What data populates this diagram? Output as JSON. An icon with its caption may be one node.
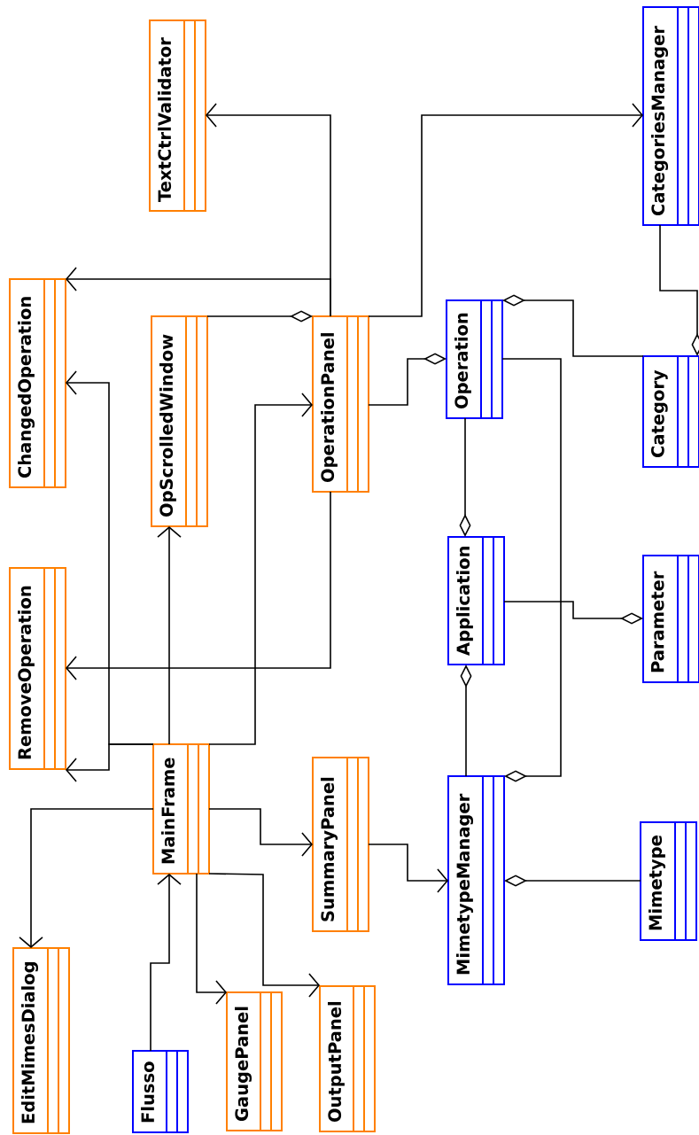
{
  "diagram": {
    "nodes": [
      {
        "text": [
          "TextCtrlValidator"
        ]
      },
      {
        "text": [
          "CategoriesManager"
        ]
      },
      {
        "text": [
          "ChangedOperation"
        ]
      },
      {
        "text": [
          "OpScrolledWindow"
        ]
      },
      {
        "text": [
          "OperationPanel"
        ]
      },
      {
        "text": [
          "Operation"
        ]
      },
      {
        "text": [
          "Category"
        ]
      },
      {
        "text": [
          "RemoveOperation"
        ]
      },
      {
        "text": [
          "Application"
        ]
      },
      {
        "text": [
          "Parameter"
        ]
      },
      {
        "text": [
          "MainFrame"
        ]
      },
      {
        "text": [
          "SummaryPanel"
        ]
      },
      {
        "text": [
          "MimetypeManager"
        ]
      },
      {
        "text": [
          "Mimetype"
        ]
      },
      {
        "text": [
          "EditMimesDialog"
        ]
      },
      {
        "text": [
          "Flusso"
        ]
      },
      {
        "text": [
          "GaugePanel"
        ]
      },
      {
        "text": [
          "OutputPanel"
        ]
      }
    ],
    "edges": [
      {
        "from": 4,
        "to": 0,
        "arrow": "to"
      },
      {
        "from": 4,
        "to": 2,
        "arrow": "to"
      },
      {
        "from": 4,
        "to": 1,
        "arrow": "to"
      },
      {
        "from": 3,
        "to": 4,
        "arrow": "other"
      },
      {
        "from": 4,
        "to": 5,
        "arrow": "other"
      },
      {
        "from": 6,
        "to": 5,
        "arrow": "other"
      },
      {
        "from": 1,
        "to": 6,
        "arrow": "other"
      },
      {
        "from": 5,
        "to": 8,
        "arrow": "other"
      },
      {
        "from": 12,
        "to": 8,
        "arrow": "other"
      },
      {
        "from": 8,
        "to": 9,
        "arrow": "other"
      },
      {
        "from": 5,
        "to": 12,
        "arrow": "other"
      },
      {
        "from": 13,
        "to": 12,
        "arrow": "other"
      },
      {
        "from": 10,
        "to": 2,
        "arrow": "to"
      },
      {
        "from": 10,
        "to": 7,
        "arrow": "to"
      },
      {
        "from": 10,
        "to": 3,
        "arrow": "to"
      },
      {
        "from": 10,
        "to": 4,
        "arrow": "to"
      },
      {
        "from": 4,
        "to": 7,
        "arrow": "to"
      },
      {
        "from": 10,
        "to": 14,
        "arrow": "to"
      },
      {
        "from": 10,
        "to": 11,
        "arrow": "to"
      },
      {
        "from": 10,
        "to": 16,
        "arrow": "to"
      },
      {
        "from": 10,
        "to": 17,
        "arrow": "to"
      },
      {
        "from": 15,
        "to": 10,
        "arrow": "to"
      },
      {
        "from": 11,
        "to": 12,
        "arrow": "to"
      }
    ]
  }
}
